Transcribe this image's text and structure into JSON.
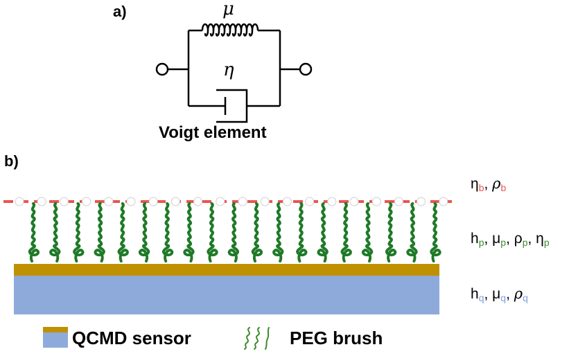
{
  "panel_a": {
    "label": "a)",
    "spring_symbol": "μ",
    "dashpot_symbol": "η",
    "title": "Voigt element"
  },
  "panel_b": {
    "label": "b)",
    "layers": {
      "bulk": {
        "p1": "η",
        "s1": "b",
        "sep1": ", ",
        "p2": "ρ",
        "s2": "b"
      },
      "polymer": {
        "p1": "h",
        "s1": "p",
        "p2": "μ",
        "s2": "p",
        "p3": "ρ",
        "s3": "p",
        "p4": "η",
        "s4": "p",
        "sep": ", "
      },
      "quartz": {
        "p1": "h",
        "s1": "q",
        "p2": "μ",
        "s2": "q",
        "p3": "ρ",
        "s3": "q",
        "sep": ", "
      }
    },
    "legend": {
      "sensor_label": "QCMD sensor",
      "brush_label": "PEG brush"
    },
    "colors": {
      "bulk_subscript": "#e8554e",
      "polymer_subscript": "#3c8a2e",
      "quartz_subscript": "#7d9fdb",
      "dashed_line": "#e8554e",
      "quartz_fill": "#8eaadb",
      "gold_fill": "#bf9000",
      "brush_green": "#1f7a27"
    }
  }
}
